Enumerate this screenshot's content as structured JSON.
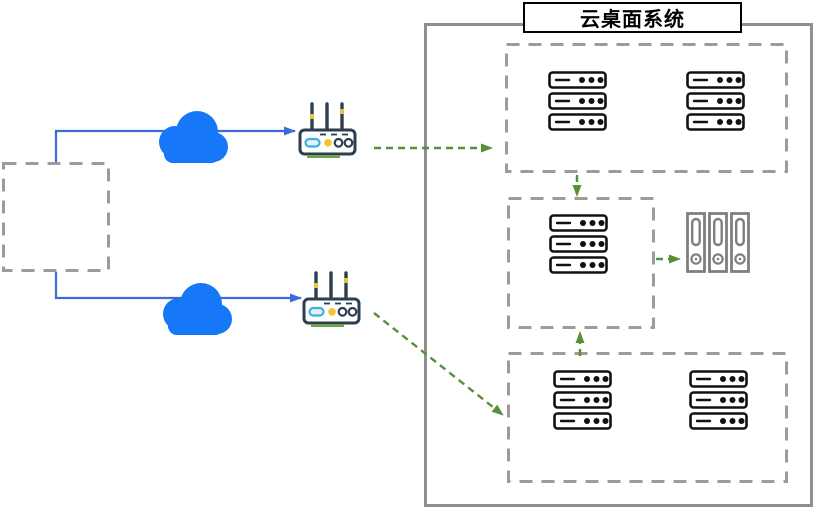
{
  "title": {
    "text": "云桌面系统"
  },
  "colors": {
    "gray_solid": "#8f8f8f",
    "gray_dashed": "#9c9c9c",
    "line_blue": "#3e6bdb",
    "line_green": "#569038",
    "cloud_blue": "#1677f8",
    "icon_black": "#111111",
    "storage_gray": "#7f7f7f",
    "router_dark": "#2c3e50",
    "router_yellow": "#f5c431",
    "router_cyan": "#3fb0dd",
    "router_green": "#6fa34d",
    "title_border": "#000000",
    "title_bg": "#ffffff"
  },
  "diagram": {
    "container_label": "云桌面系统",
    "nodes": [
      {
        "id": "client-group",
        "type": "dashed-box"
      },
      {
        "id": "internet-cloud-1",
        "type": "cloud-icon"
      },
      {
        "id": "internet-cloud-2",
        "type": "cloud-icon"
      },
      {
        "id": "router-1",
        "type": "router-icon"
      },
      {
        "id": "router-2",
        "type": "router-icon"
      },
      {
        "id": "cloud-desktop-system",
        "type": "container",
        "label": "云桌面系统"
      },
      {
        "id": "server-cluster-top",
        "type": "server-stack-icon",
        "stacks": 2,
        "units_per_stack": 3
      },
      {
        "id": "server-middle",
        "type": "server-stack-icon",
        "stacks": 1,
        "units_per_stack": 3
      },
      {
        "id": "server-cluster-bottom",
        "type": "server-stack-icon",
        "stacks": 2,
        "units_per_stack": 3
      },
      {
        "id": "storage-array",
        "type": "storage-icon",
        "units": 3
      }
    ],
    "edges": [
      {
        "from": "client-group",
        "to": "router-1",
        "via": "internet-cloud-1",
        "style": "solid",
        "color": "blue"
      },
      {
        "from": "client-group",
        "to": "router-2",
        "via": "internet-cloud-2",
        "style": "solid",
        "color": "blue"
      },
      {
        "from": "router-1",
        "to": "server-cluster-top",
        "style": "dashed",
        "color": "green"
      },
      {
        "from": "router-2",
        "to": "server-cluster-bottom",
        "style": "dashed",
        "color": "green"
      },
      {
        "from": "server-cluster-top",
        "to": "server-middle",
        "style": "dashed",
        "color": "green"
      },
      {
        "from": "server-cluster-bottom",
        "to": "server-middle",
        "style": "dashed",
        "color": "green"
      },
      {
        "from": "server-middle",
        "to": "storage-array",
        "style": "dashed",
        "color": "green"
      }
    ]
  }
}
